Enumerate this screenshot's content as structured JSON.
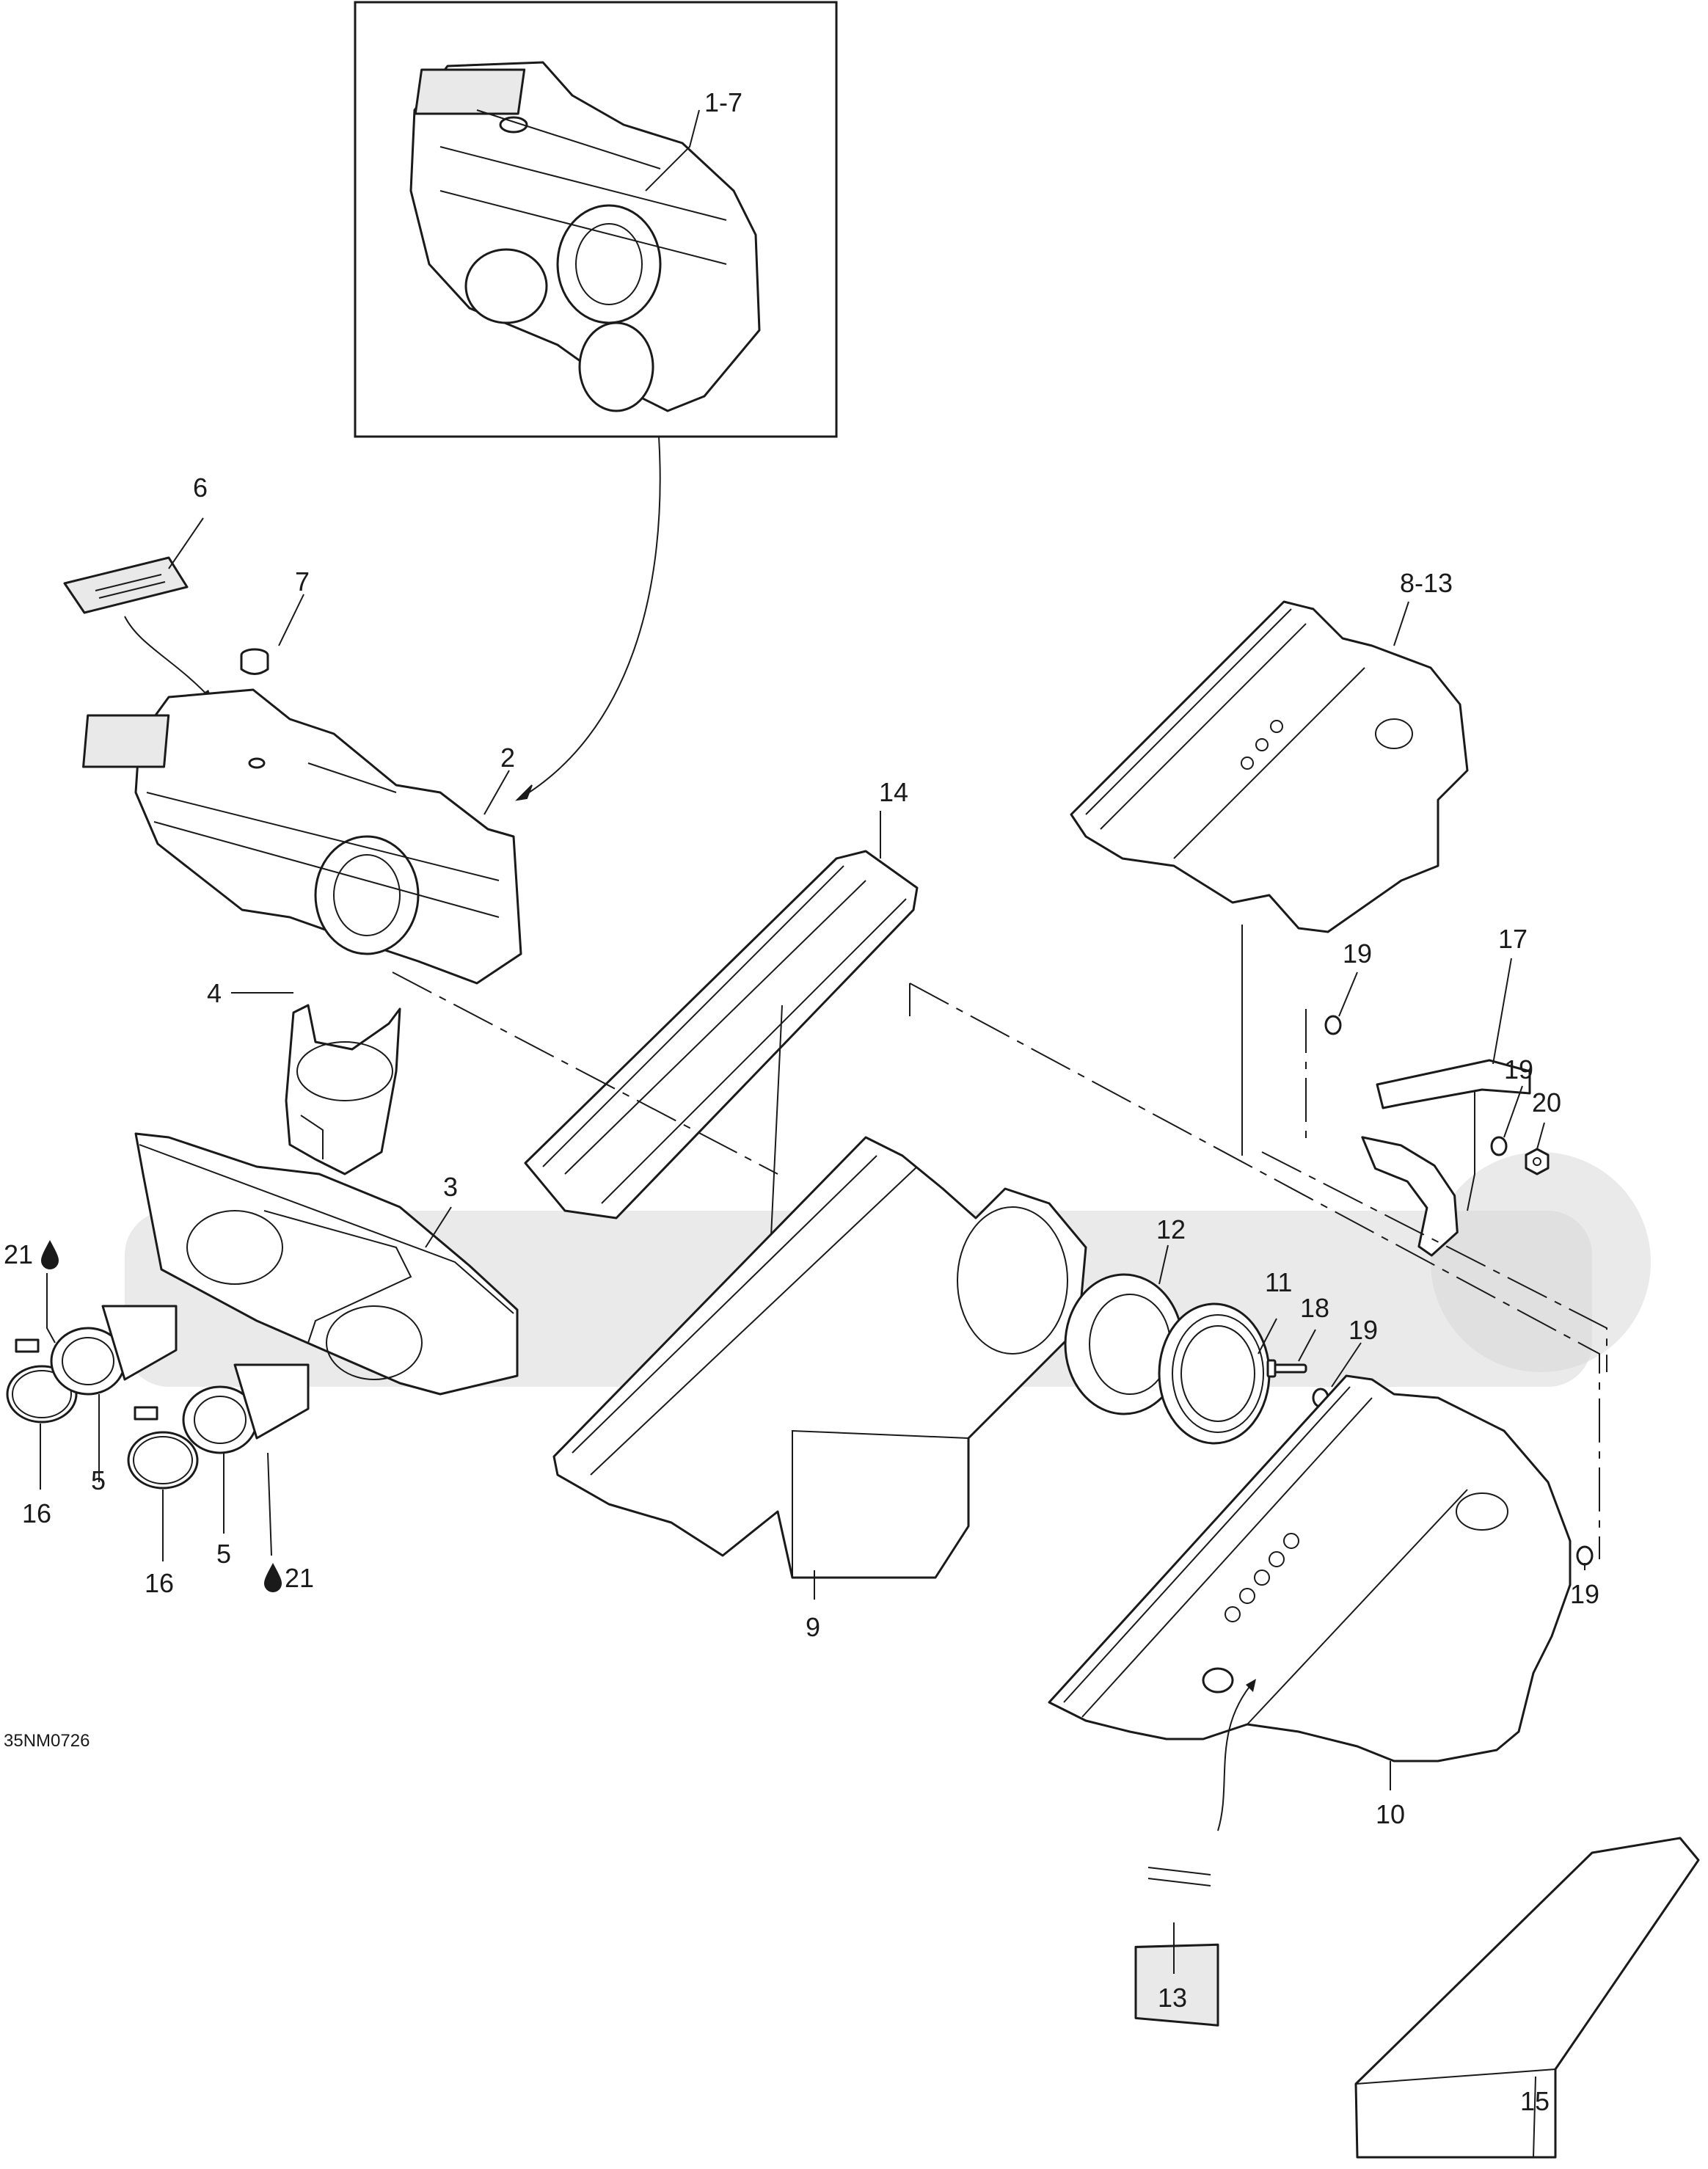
{
  "drawing_code": "35NM0726",
  "callouts": [
    {
      "id": "c-1-7",
      "text": "1-7"
    },
    {
      "id": "c-6",
      "text": "6"
    },
    {
      "id": "c-7",
      "text": "7"
    },
    {
      "id": "c-2",
      "text": "2"
    },
    {
      "id": "c-4",
      "text": "4"
    },
    {
      "id": "c-3",
      "text": "3"
    },
    {
      "id": "c-21a",
      "text": "21"
    },
    {
      "id": "c-5a",
      "text": "5"
    },
    {
      "id": "c-16a",
      "text": "16"
    },
    {
      "id": "c-16b",
      "text": "16"
    },
    {
      "id": "c-5b",
      "text": "5"
    },
    {
      "id": "c-21b",
      "text": "21"
    },
    {
      "id": "c-14",
      "text": "14"
    },
    {
      "id": "c-9",
      "text": "9"
    },
    {
      "id": "c-12",
      "text": "12"
    },
    {
      "id": "c-11",
      "text": "11"
    },
    {
      "id": "c-18",
      "text": "18"
    },
    {
      "id": "c-19a",
      "text": "19"
    },
    {
      "id": "c-8-13",
      "text": "8-13"
    },
    {
      "id": "c-19b",
      "text": "19"
    },
    {
      "id": "c-17",
      "text": "17"
    },
    {
      "id": "c-19c",
      "text": "19"
    },
    {
      "id": "c-20",
      "text": "20"
    },
    {
      "id": "c-19d",
      "text": "19"
    },
    {
      "id": "c-10",
      "text": "10"
    },
    {
      "id": "c-13",
      "text": "13"
    },
    {
      "id": "c-15",
      "text": "15"
    }
  ]
}
